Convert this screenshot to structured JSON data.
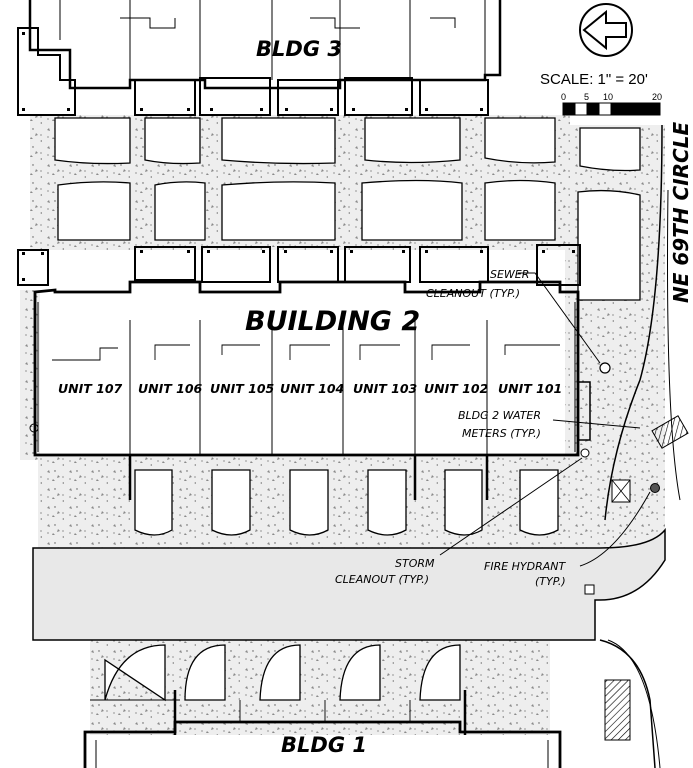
{
  "buildings": {
    "bldg3": "BLDG 3",
    "building2": "BUILDING 2",
    "bldg1": "BLDG 1"
  },
  "street": "NE 69TH CIRCLE",
  "scale": {
    "label": "SCALE: 1\" = 20'",
    "ticks": [
      "0",
      "5",
      "10",
      "20"
    ]
  },
  "units": [
    "UNIT 107",
    "UNIT 106",
    "UNIT 105",
    "UNIT 104",
    "UNIT 103",
    "UNIT 102",
    "UNIT 101"
  ],
  "callouts": {
    "sewer_line1": "SEWER",
    "sewer_line2": "CLEANOUT (TYP.)",
    "water_line1": "BLDG 2 WATER",
    "water_line2": "METERS (TYP.)",
    "storm_line1": "STORM",
    "storm_line2": "CLEANOUT (TYP.)",
    "hydrant_line1": "FIRE HYDRANT",
    "hydrant_line2": "(TYP.)"
  },
  "icons": [
    "north-arrow-icon"
  ],
  "colors": {
    "line": "#000000",
    "concrete": "#ececec",
    "road": "#eaeaea"
  }
}
